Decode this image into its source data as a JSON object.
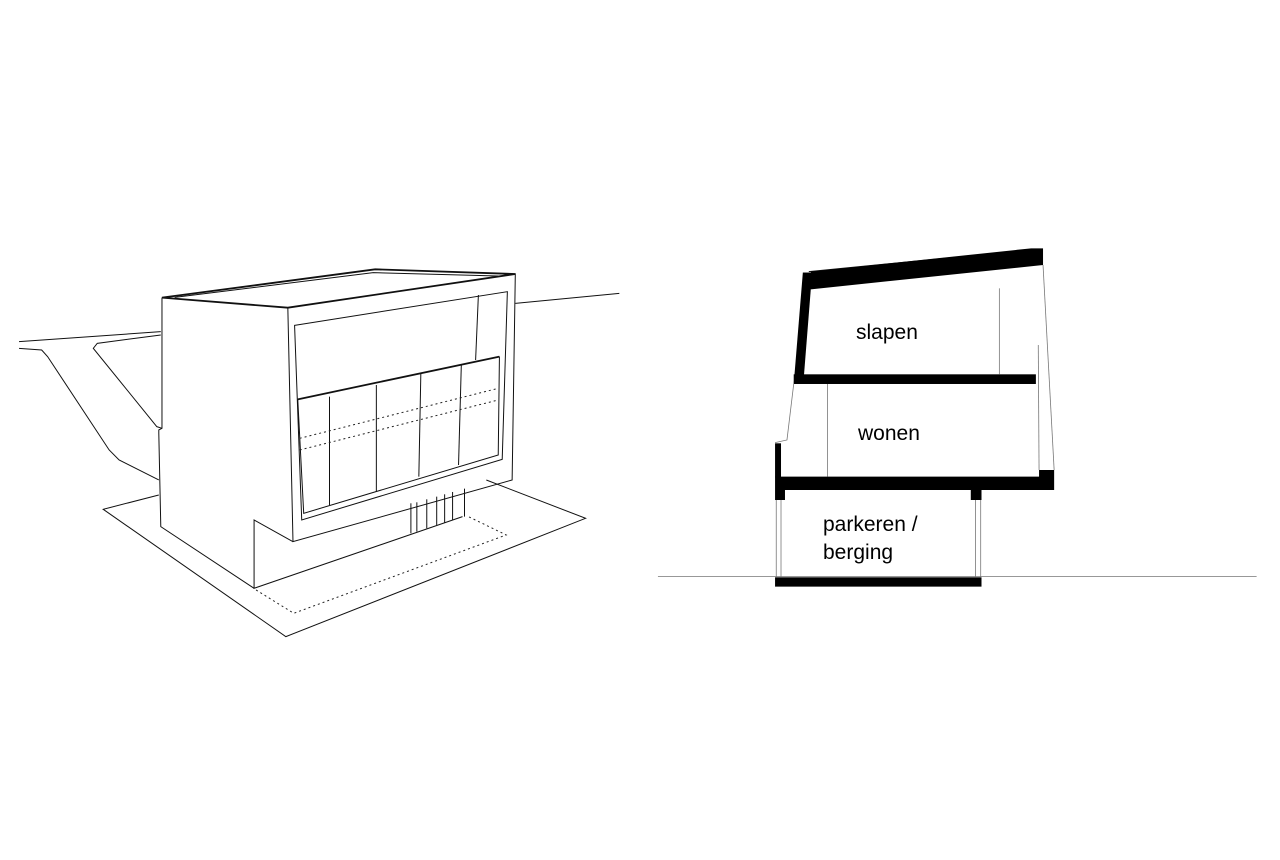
{
  "section": {
    "rooms": {
      "top": "slapen",
      "middle": "wonen",
      "bottom_line1": "parkeren /",
      "bottom_line2": "berging"
    }
  },
  "colors": {
    "line": "#111111",
    "fill": "#000000",
    "background": "#ffffff"
  }
}
